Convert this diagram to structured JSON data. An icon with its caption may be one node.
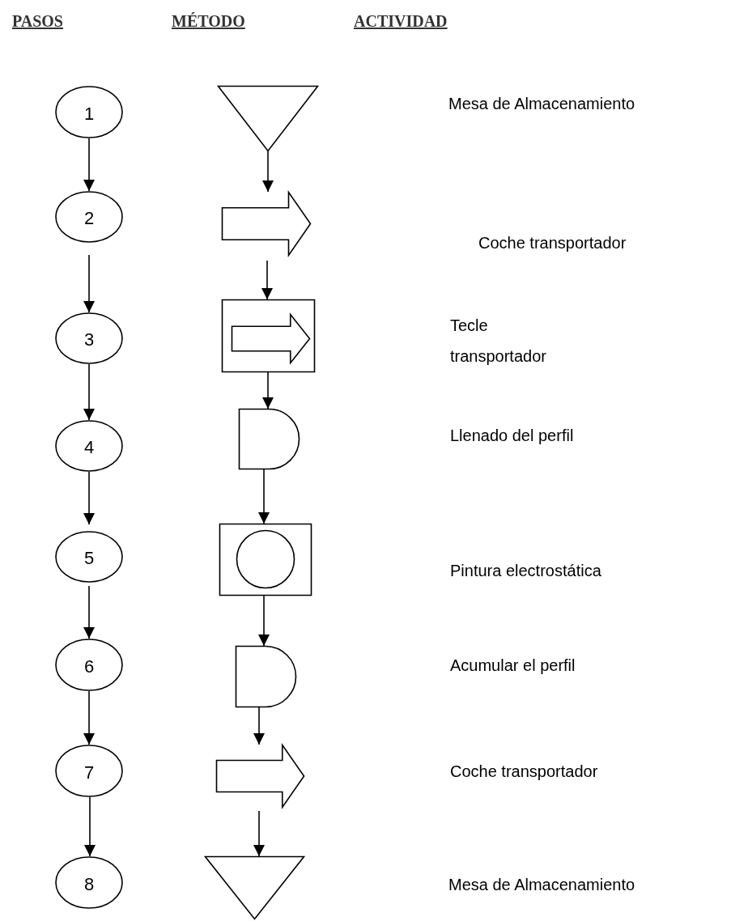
{
  "diagram": {
    "nodes": [
      {
        "text": [
          "1"
        ]
      },
      {
        "text": [
          "2"
        ]
      },
      {
        "text": [
          "3"
        ]
      },
      {
        "text": [
          "4"
        ]
      },
      {
        "text": [
          "5"
        ]
      },
      {
        "text": [
          "6"
        ]
      },
      {
        "text": [
          "7"
        ]
      },
      {
        "text": [
          "8"
        ]
      },
      {
        "text": [],
        "shape": "triangle"
      },
      {
        "text": [],
        "shape": "arrow"
      },
      {
        "text": [],
        "shape": "box"
      },
      {
        "text": [],
        "shape": "arrow",
        "in": 10
      },
      {
        "text": [],
        "shape": "delay"
      },
      {
        "text": [],
        "shape": "box"
      },
      {
        "text": [],
        "shape": "circle",
        "in": 13
      },
      {
        "text": [],
        "shape": "delay"
      },
      {
        "text": [],
        "shape": "arrow"
      },
      {
        "text": [],
        "shape": "triangle"
      }
    ],
    "edges": [
      {
        "from": 0,
        "to": 1,
        "arrow": "to"
      },
      {
        "from": 1,
        "to": 2,
        "arrow": "to"
      },
      {
        "from": 2,
        "to": 3,
        "arrow": "to"
      },
      {
        "from": 3,
        "to": 4,
        "arrow": "to"
      },
      {
        "from": 4,
        "to": 5,
        "arrow": "to"
      },
      {
        "from": 5,
        "to": 6,
        "arrow": "to"
      },
      {
        "from": 6,
        "to": 7,
        "arrow": "to"
      },
      {
        "from": 8,
        "to": 9,
        "arrow": "to"
      },
      {
        "from": 9,
        "to": 10,
        "arrow": "to"
      },
      {
        "from": 10,
        "to": 12,
        "arrow": "to"
      },
      {
        "from": 12,
        "to": 13,
        "arrow": "to"
      },
      {
        "from": 13,
        "to": 15,
        "arrow": "to"
      },
      {
        "from": 15,
        "to": 16,
        "arrow": "to"
      },
      {
        "from": 16,
        "to": 17,
        "arrow": "to"
      }
    ],
    "labels": [
      "PASOS",
      "MÉTODO",
      "ACTIVIDAD",
      "Mesa de Almacenamiento",
      "Coche transportador",
      "Tecle transportador",
      "Llenado del perfil",
      "Pintura electrostática",
      "Acumular el perfil",
      "Coche transportador",
      "Mesa de Almacenamiento"
    ]
  }
}
